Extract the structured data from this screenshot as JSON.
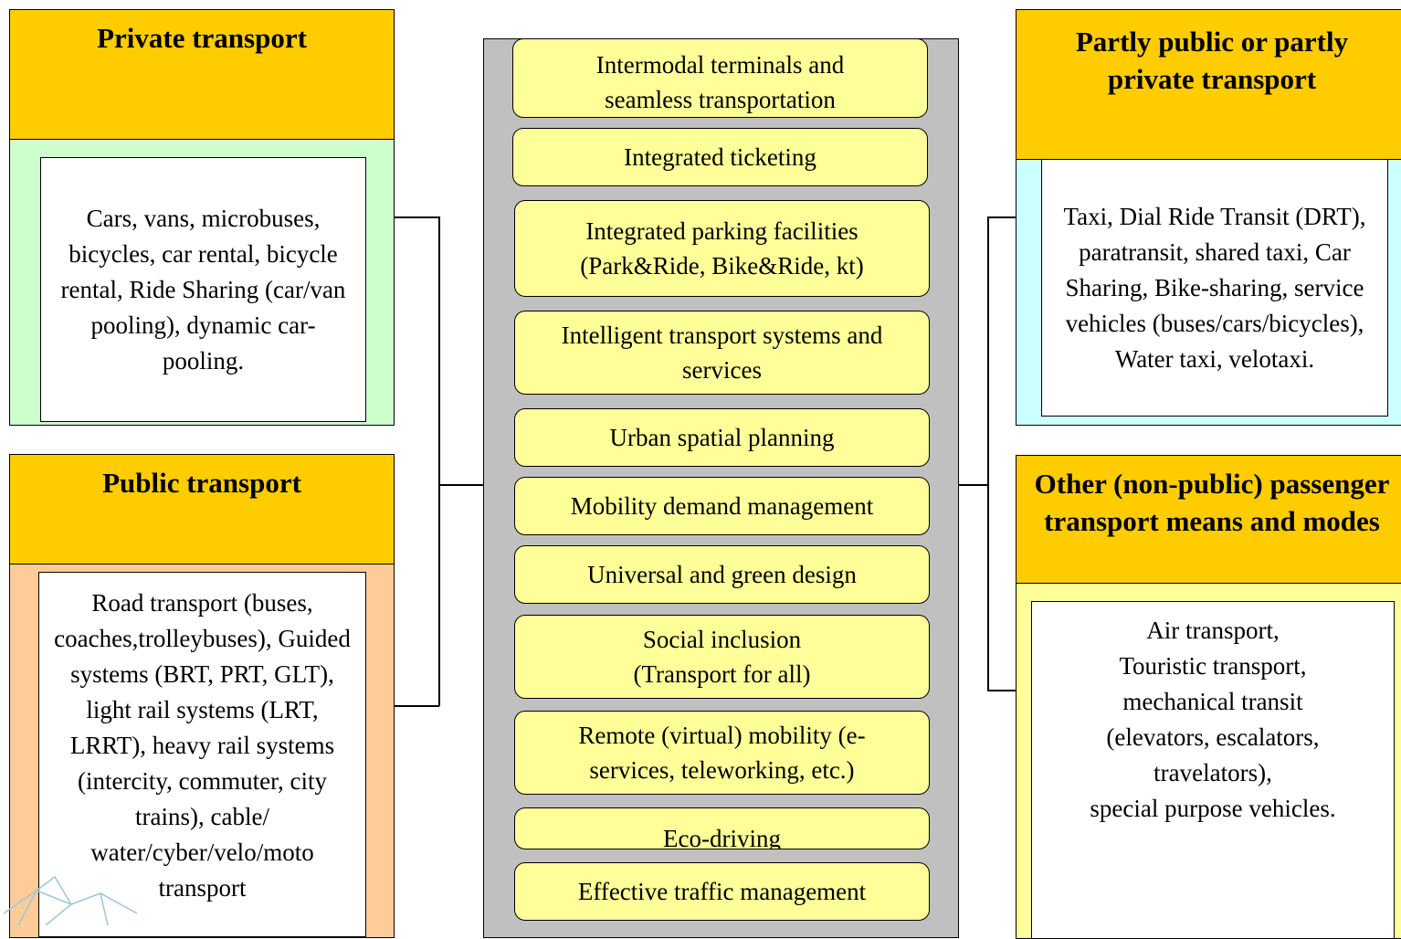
{
  "left_top": {
    "title": "Private transport",
    "text": "Cars, vans, microbuses, bicycles, car rental, bicycle rental, Ride Sharing (car/van pooling), dynamic car-pooling.",
    "body_color": "#ccffcc"
  },
  "left_bottom": {
    "title": "Public transport",
    "text": "Road transport (buses, coaches,trolleybuses), Guided systems (BRT, PRT, GLT), light rail systems (LRT, LRRT), heavy rail systems (intercity, commuter, city trains), cable/ water/cyber/velo/moto transport",
    "body_color": "#ffcc99"
  },
  "right_top": {
    "title": "Partly public  or partly private transport",
    "text": "Taxi, Dial Ride Transit (DRT), paratransit, shared taxi, Car Sharing, Bike-sharing, service  vehicles (buses/cars/bicycles), Water taxi, velotaxi.",
    "body_color": "#ccffff"
  },
  "right_bottom": {
    "title": "Other (non-public) passenger transport means and modes",
    "lines": [
      "Air transport,",
      "Touristic transport,",
      "mechanical transit",
      "(elevators, escalators,",
      "travelators),",
      "special purpose vehicles."
    ],
    "body_color": "#ffff99"
  },
  "center_items": [
    "Intermodal terminals and seamless transportation",
    "Integrated ticketing",
    "Integrated parking facilities (Park&Ride, Bike&Ride, kt)",
    "Intelligent transport systems and services",
    "Urban spatial planning",
    "Mobility demand management",
    "Universal and green design",
    "Social inclusion (Transport for all)",
    "Remote (virtual) mobility (e-services, teleworking, etc.)",
    "Eco-driving",
    "Effective traffic management"
  ],
  "colors": {
    "header": "#ffcc00",
    "center_column": "#c0c0c0",
    "center_item": "#ffff99"
  }
}
